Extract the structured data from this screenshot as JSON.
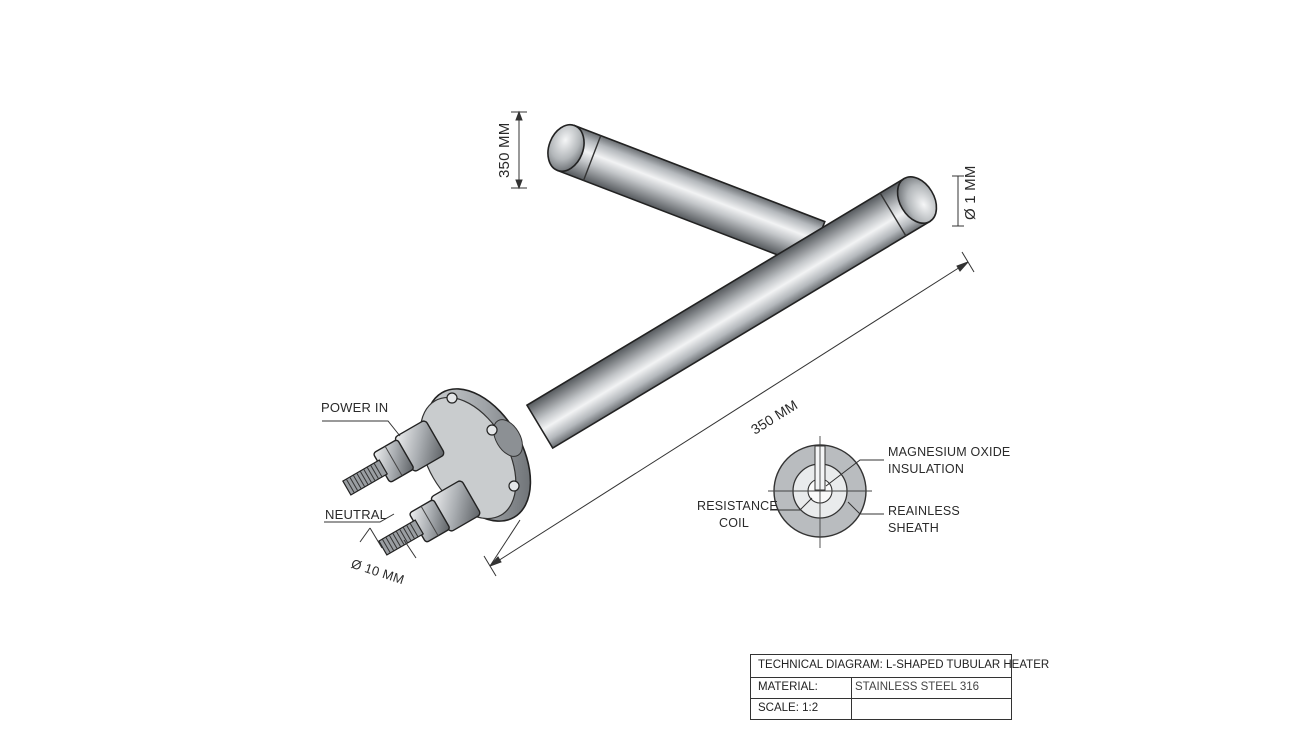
{
  "dimensions": {
    "vertical_leg": "350 MM",
    "tube_diameter": "Ø 1 MM",
    "horizontal_leg": "350 MM",
    "terminal_diameter": "Ø 10 MM"
  },
  "callouts": {
    "power_in": "POWER IN",
    "neutral": "NEUTRAL"
  },
  "cross_section": {
    "insulation_line1": "MAGNESIUM OXIDE",
    "insulation_line2": "INSULATION",
    "coil_line1": "RESISTANCE",
    "coil_line2": "COIL",
    "sheath_line1": "REAINLESS",
    "sheath_line2": "SHEATH"
  },
  "title_block": {
    "title": "TECHNICAL DIAGRAM: L-SHAPED TUBULAR HEATER",
    "material_label": "MATERIAL:",
    "material_value": "STAINLESS STEEL 316",
    "scale": "SCALE: 1:2"
  },
  "colors": {
    "metal_light": "#e6e8ea",
    "metal_mid": "#aeb2b6",
    "metal_dark": "#5e6266",
    "outline": "#222222"
  }
}
